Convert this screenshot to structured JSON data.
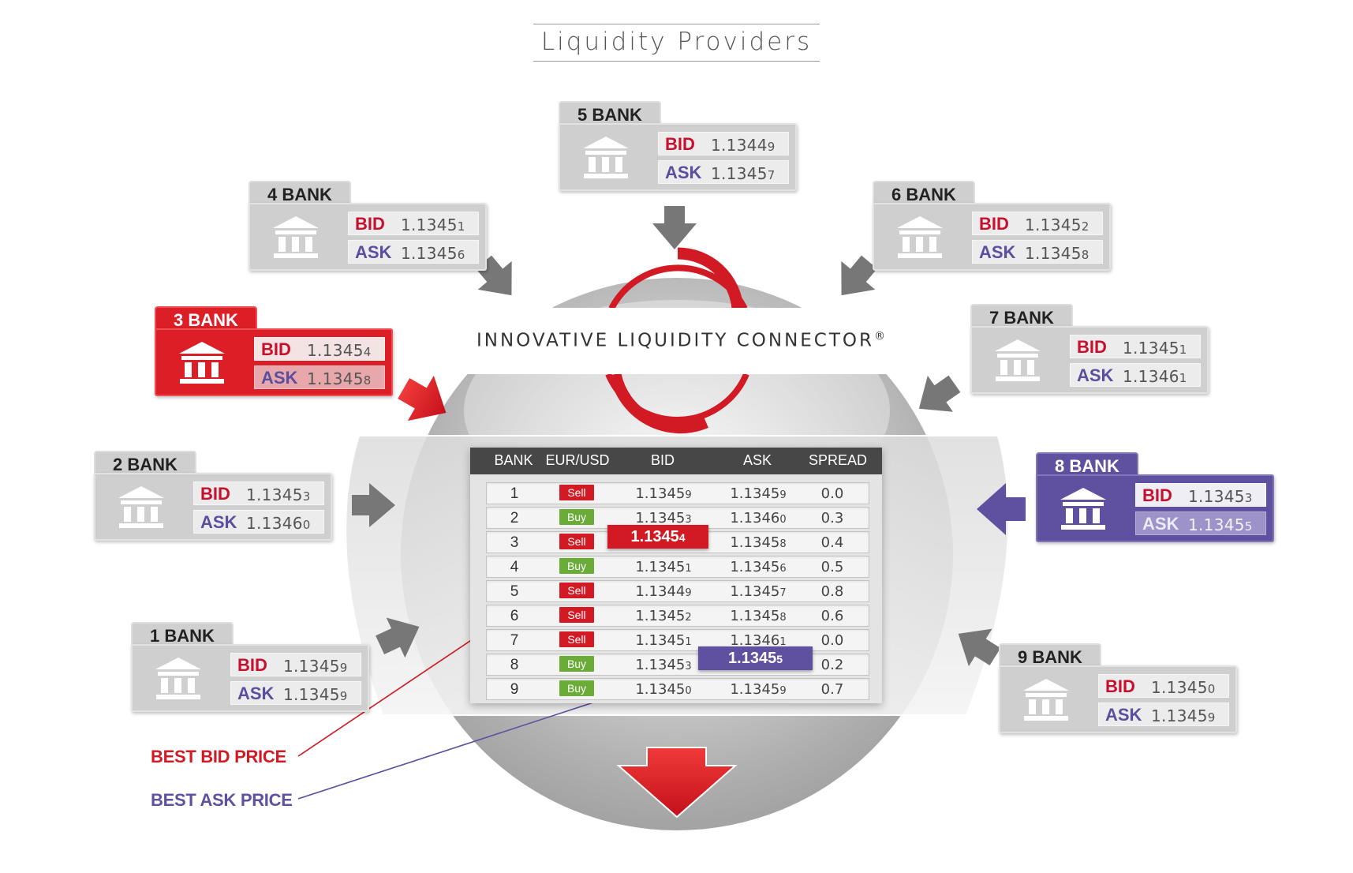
{
  "title": "Liquidity Providers",
  "connector": {
    "text": "INNOVATIVE LIQUIDITY CONNECTOR",
    "mark": "®"
  },
  "labels": {
    "bid": "BID",
    "ask": "ASK"
  },
  "icon": "bank-building-icon",
  "colors": {
    "red": "#d11a24",
    "purple": "#5f519f",
    "buy": "#6bab37",
    "card": "#cfcfcf"
  },
  "banks": [
    {
      "name": "1 BANK",
      "bid": "1.1345",
      "bid_pip": "9",
      "ask": "1.1345",
      "ask_pip": "9"
    },
    {
      "name": "2 BANK",
      "bid": "1.1345",
      "bid_pip": "3",
      "ask": "1.1346",
      "ask_pip": "0"
    },
    {
      "name": "3 BANK",
      "bid": "1.1345",
      "bid_pip": "4",
      "ask": "1.1345",
      "ask_pip": "8"
    },
    {
      "name": "4 BANK",
      "bid": "1.1345",
      "bid_pip": "1",
      "ask": "1.1345",
      "ask_pip": "6"
    },
    {
      "name": "5 BANK",
      "bid": "1.1344",
      "bid_pip": "9",
      "ask": "1.1345",
      "ask_pip": "7"
    },
    {
      "name": "6 BANK",
      "bid": "1.1345",
      "bid_pip": "2",
      "ask": "1.1345",
      "ask_pip": "8"
    },
    {
      "name": "7 BANK",
      "bid": "1.1345",
      "bid_pip": "1",
      "ask": "1.1346",
      "ask_pip": "1"
    },
    {
      "name": "8 BANK",
      "bid": "1.1345",
      "bid_pip": "3",
      "ask": "1.1345",
      "ask_pip": "5"
    },
    {
      "name": "9 BANK",
      "bid": "1.1345",
      "bid_pip": "0",
      "ask": "1.1345",
      "ask_pip": "9"
    }
  ],
  "table": {
    "headers": [
      "BANK",
      "EUR/USD",
      "BID",
      "ASK",
      "SPREAD"
    ],
    "rows": [
      {
        "bank": "1",
        "side": "Sell",
        "bid": "1.1345",
        "bid_pip": "9",
        "ask": "1.1345",
        "ask_pip": "9",
        "spread": "0.0"
      },
      {
        "bank": "2",
        "side": "Buy",
        "bid": "1.1345",
        "bid_pip": "3",
        "ask": "1.1346",
        "ask_pip": "0",
        "spread": "0.3"
      },
      {
        "bank": "3",
        "side": "Sell",
        "bid": "1.1345",
        "bid_pip": "4",
        "ask": "1.1345",
        "ask_pip": "8",
        "spread": "0.4"
      },
      {
        "bank": "4",
        "side": "Buy",
        "bid": "1.1345",
        "bid_pip": "1",
        "ask": "1.1345",
        "ask_pip": "6",
        "spread": "0.5"
      },
      {
        "bank": "5",
        "side": "Sell",
        "bid": "1.1344",
        "bid_pip": "9",
        "ask": "1.1345",
        "ask_pip": "7",
        "spread": "0.8"
      },
      {
        "bank": "6",
        "side": "Sell",
        "bid": "1.1345",
        "bid_pip": "2",
        "ask": "1.1345",
        "ask_pip": "8",
        "spread": "0.6"
      },
      {
        "bank": "7",
        "side": "Sell",
        "bid": "1.1345",
        "bid_pip": "1",
        "ask": "1.1346",
        "ask_pip": "1",
        "spread": "0.0"
      },
      {
        "bank": "8",
        "side": "Buy",
        "bid": "1.1345",
        "bid_pip": "3",
        "ask": "1.1345",
        "ask_pip": "5",
        "spread": "0.2"
      },
      {
        "bank": "9",
        "side": "Buy",
        "bid": "1.1345",
        "bid_pip": "0",
        "ask": "1.1345",
        "ask_pip": "9",
        "spread": "0.7"
      }
    ]
  },
  "best_bid": {
    "label": "BEST BID PRICE",
    "price": "1.1345",
    "pip": "4"
  },
  "best_ask": {
    "label": "BEST ASK PRICE",
    "price": "1.1345",
    "pip": "5"
  }
}
